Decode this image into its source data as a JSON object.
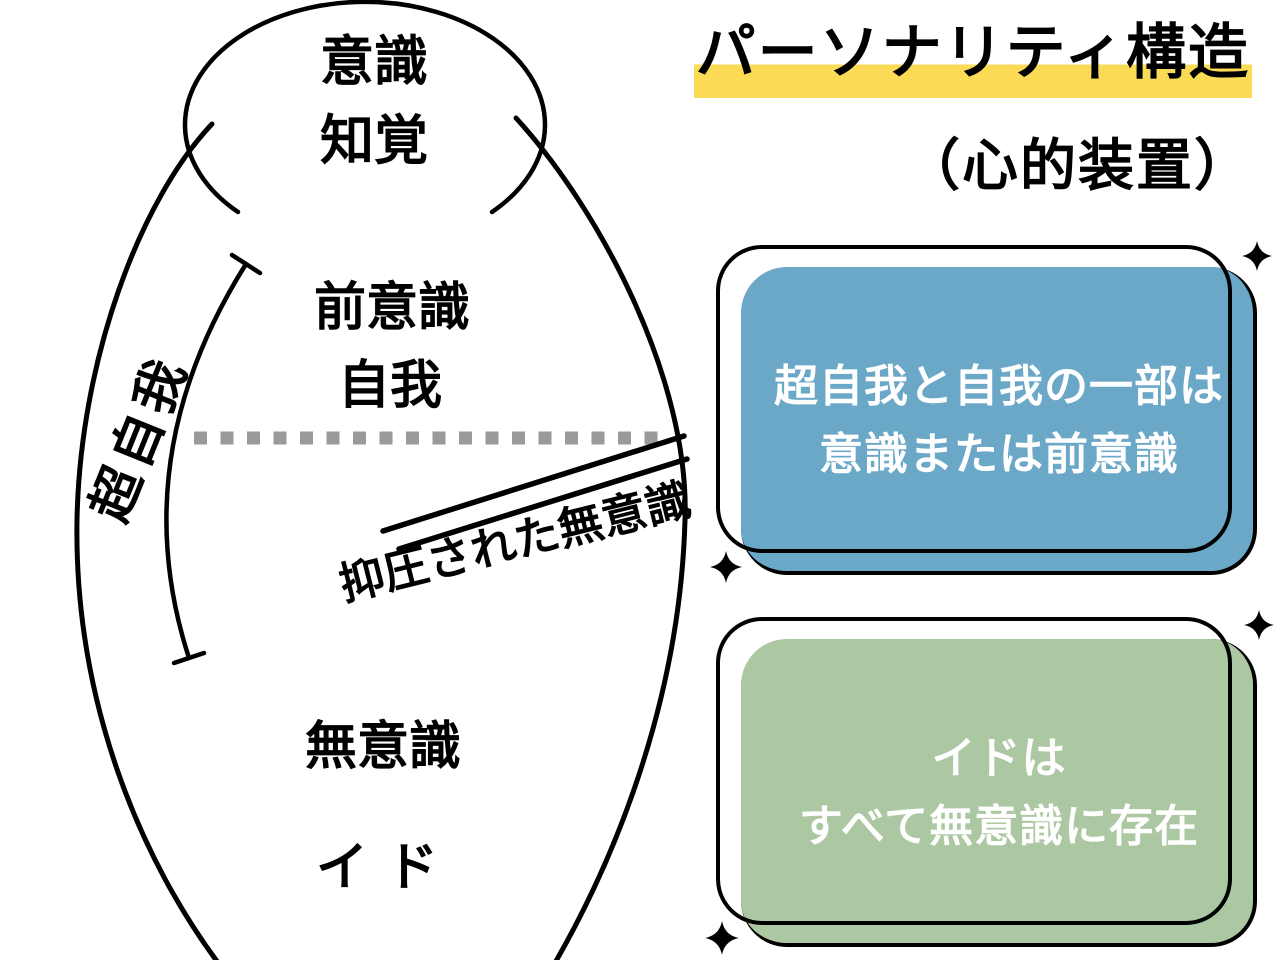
{
  "header": {
    "title": "パーソナリティ構造",
    "subtitle": "（心的装置）",
    "highlight_color": "#FBDB56"
  },
  "egg": {
    "consciousness": "意識",
    "perception": "知覚",
    "preconscious": "前意識",
    "ego": "自我",
    "superego": "超自我",
    "repressed_unconscious": "抑圧された無意識",
    "unconscious": "無意識",
    "id": "イド"
  },
  "cards": [
    {
      "id": "superego-card",
      "fill": "#6BA8C8",
      "line1": "超自我と自我の一部は",
      "line2": "意識または前意識"
    },
    {
      "id": "id-card",
      "fill": "#ACC8A2",
      "line1": "イドは",
      "line2": "すべて無意識に存在"
    }
  ],
  "colors": {
    "background": "#ffffff",
    "stroke": "#000000",
    "dotted_divider": "#9a9a9a",
    "card_text": "#ffffff"
  }
}
